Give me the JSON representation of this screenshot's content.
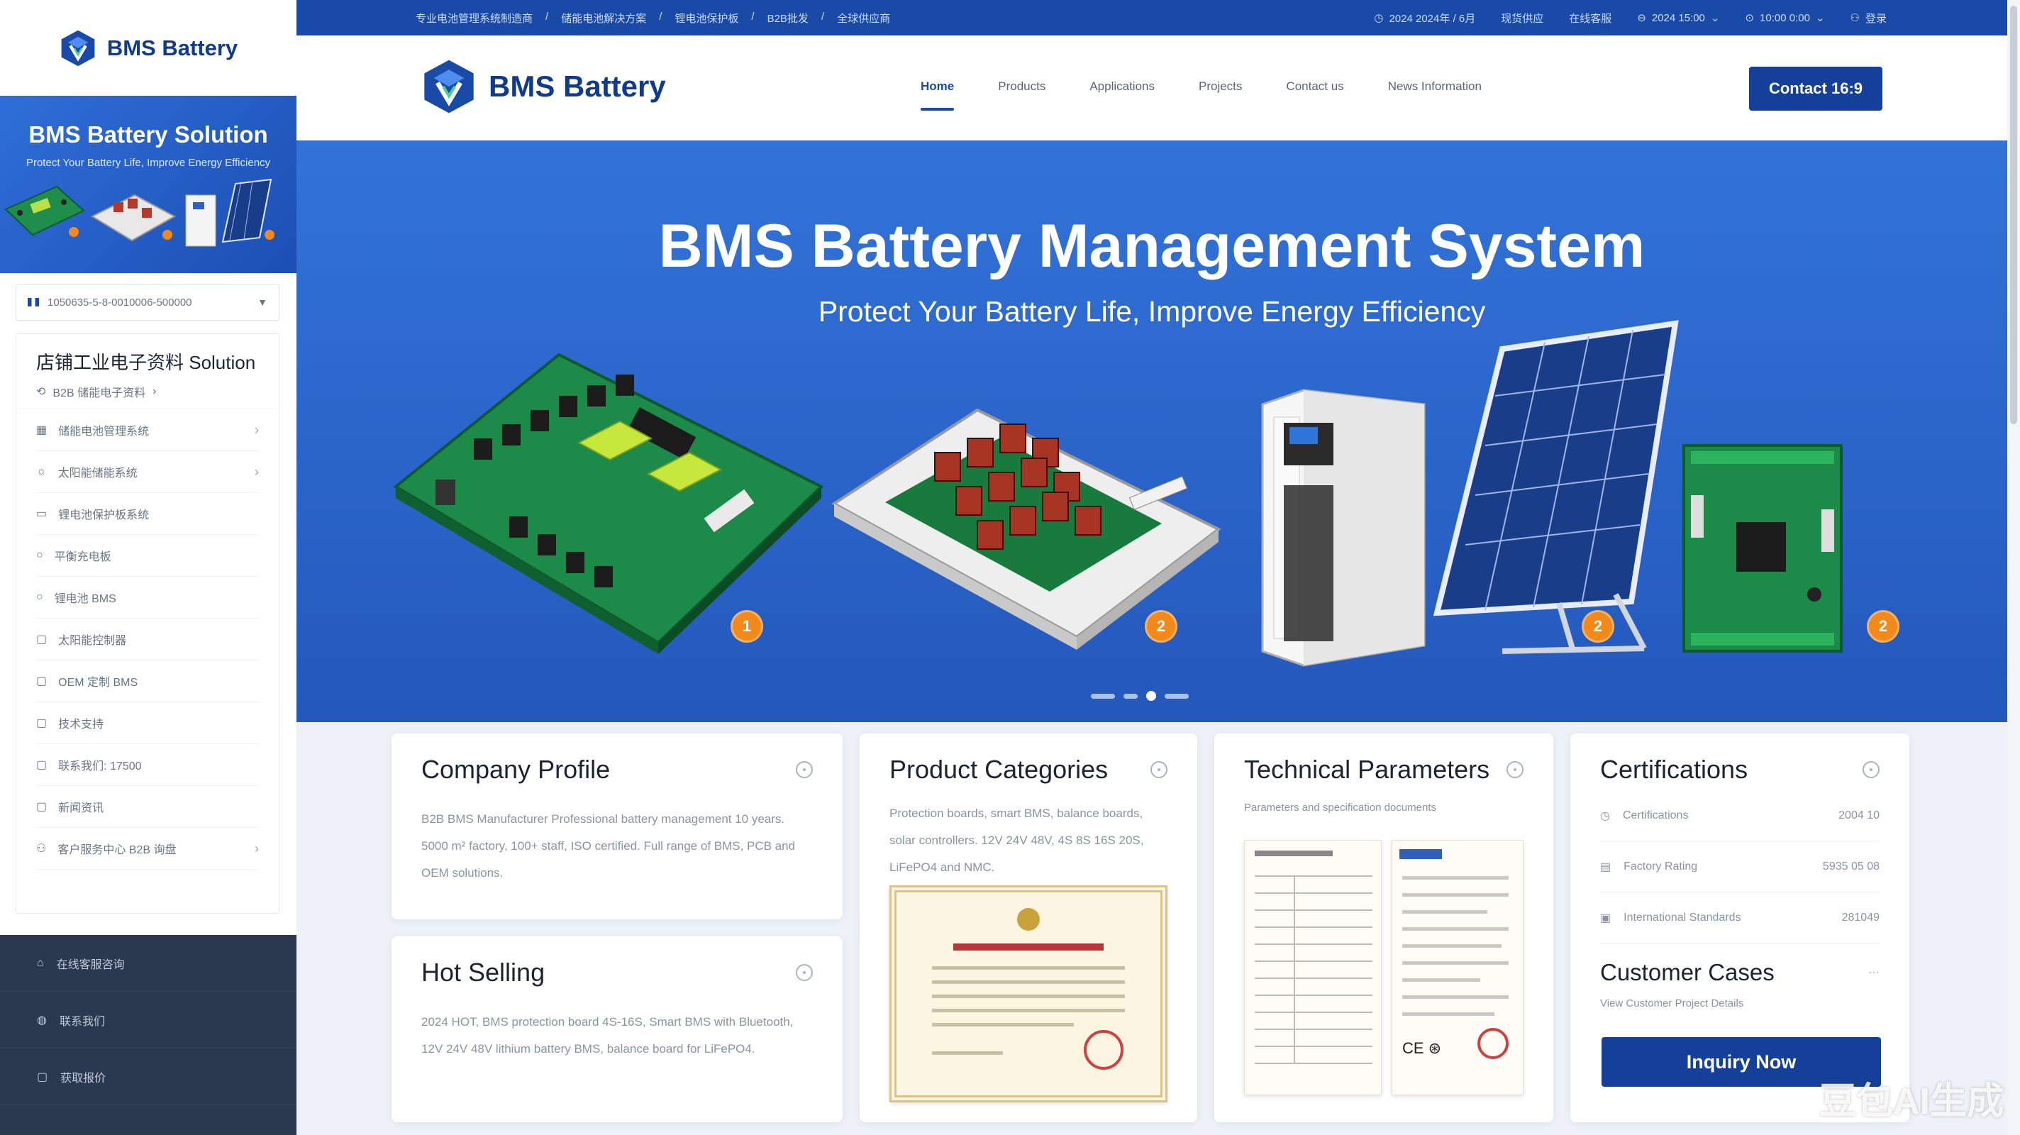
{
  "sidebar": {
    "brand": "BMS Battery",
    "banner_title": "BMS Battery Solution",
    "banner_subtitle": "Protect Your Battery Life, Improve Energy Efficiency",
    "select_text": "1050635-5-8-0010006-500000",
    "menu_title": "店铺工业电子资料 Solution",
    "menu_sub": "B2B 储能电子资料",
    "items": [
      {
        "label": "储能电池管理系统",
        "icon": "grid-icon"
      },
      {
        "label": "太阳能储能系统",
        "icon": "sun-icon"
      },
      {
        "label": "锂电池保护板系统",
        "icon": "battery-icon"
      },
      {
        "label": "平衡充电板",
        "icon": "circle-icon"
      },
      {
        "label": "锂电池 BMS",
        "icon": "circle-icon"
      },
      {
        "label": "太阳能控制器",
        "icon": "box-icon"
      },
      {
        "label": "OEM 定制 BMS",
        "icon": "box-icon"
      },
      {
        "label": "技术支持",
        "icon": "box-icon"
      },
      {
        "label": "联系我们: 17500",
        "icon": "box-icon"
      },
      {
        "label": "新闻资讯",
        "icon": "box-icon"
      },
      {
        "label": "客户服务中心 B2B 询盘",
        "icon": "user-icon"
      }
    ],
    "dark_items": [
      {
        "label": "在线客服咨询",
        "icon": "home-icon"
      },
      {
        "label": "联系我们",
        "icon": "chat-icon"
      },
      {
        "label": "获取报价",
        "icon": "box-icon"
      }
    ]
  },
  "topstrip": {
    "links": [
      "专业电池管理系统制造商",
      "储能电池解决方案",
      "锂电池保护板",
      "B2B批发",
      "全球供应商"
    ],
    "right": [
      "2024 2024年 / 6月",
      "现货供应",
      "在线客服",
      "2024 15:00",
      "10:00 0:00",
      "登录"
    ]
  },
  "header": {
    "brand": "BMS Battery",
    "nav": [
      "Home",
      "Products",
      "Applications",
      "Projects",
      "Contact us",
      "News Information"
    ],
    "cta": "Contact 16:9"
  },
  "hero": {
    "title": "BMS Battery Management System",
    "subtitle": "Protect Your Battery Life, Improve Energy Efficiency",
    "badges": [
      "1",
      "2",
      "2",
      "2"
    ]
  },
  "cards": {
    "company": {
      "title": "Company Profile",
      "text": "B2B BMS Manufacturer Professional battery management 10 years. 5000 m² factory, 100+ staff, ISO certified. Full range of BMS, PCB and OEM solutions."
    },
    "hot": {
      "title": "Hot Selling",
      "text": "2024 HOT, BMS protection board 4S-16S, Smart BMS with Bluetooth, 12V 24V 48V lithium battery BMS, balance board for LiFePO4."
    },
    "products": {
      "title": "Product Categories",
      "text": "Protection boards, smart BMS, balance boards, solar controllers. 12V 24V 48V, 4S 8S 16S 20S, LiFePO4 and NMC."
    },
    "technical": {
      "title": "Technical Parameters",
      "sub": "Parameters and specification documents"
    },
    "certs": {
      "title": "Certifications",
      "rows": [
        {
          "label": "Certifications",
          "value": "2004 10"
        },
        {
          "label": "Factory Rating",
          "value": "5935 05 08"
        },
        {
          "label": "International Standards",
          "value": "281049"
        }
      ]
    },
    "cases": {
      "title": "Customer Cases",
      "sub": "View Customer Project Details",
      "button": "Inquiry Now"
    }
  },
  "watermark": "豆包AI生成",
  "colors": {
    "primary": "#1a4aa7",
    "hero": "#2a63c8",
    "accent": "#f28a1b"
  }
}
